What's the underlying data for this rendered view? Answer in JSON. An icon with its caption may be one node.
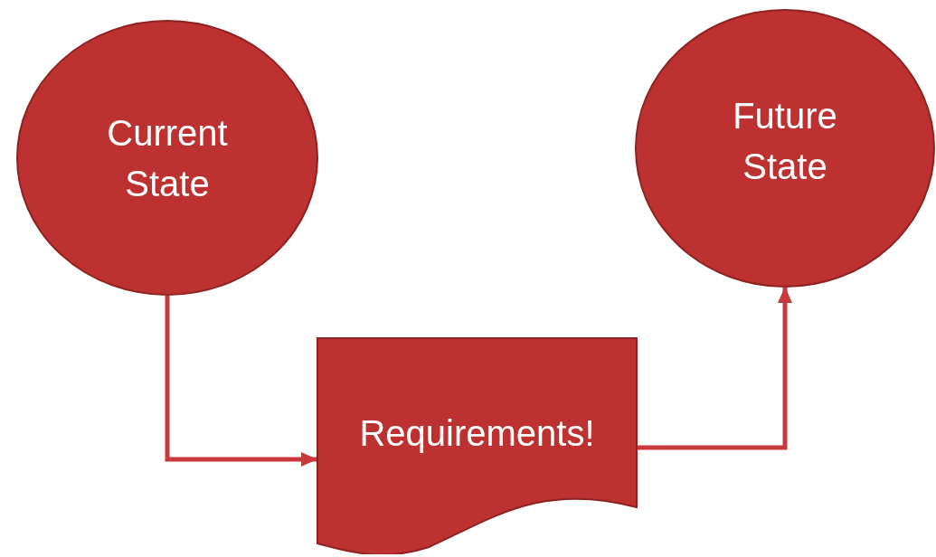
{
  "diagram": {
    "nodes": [
      {
        "text": [
          "Current State"
        ]
      },
      {
        "text": [
          "Future State"
        ]
      },
      {
        "text": [
          "Requirements!"
        ]
      }
    ],
    "edges": [
      {
        "from": 0,
        "to": 2,
        "arrow": "to"
      },
      {
        "from": 2,
        "to": 1,
        "arrow": "to"
      }
    ]
  }
}
